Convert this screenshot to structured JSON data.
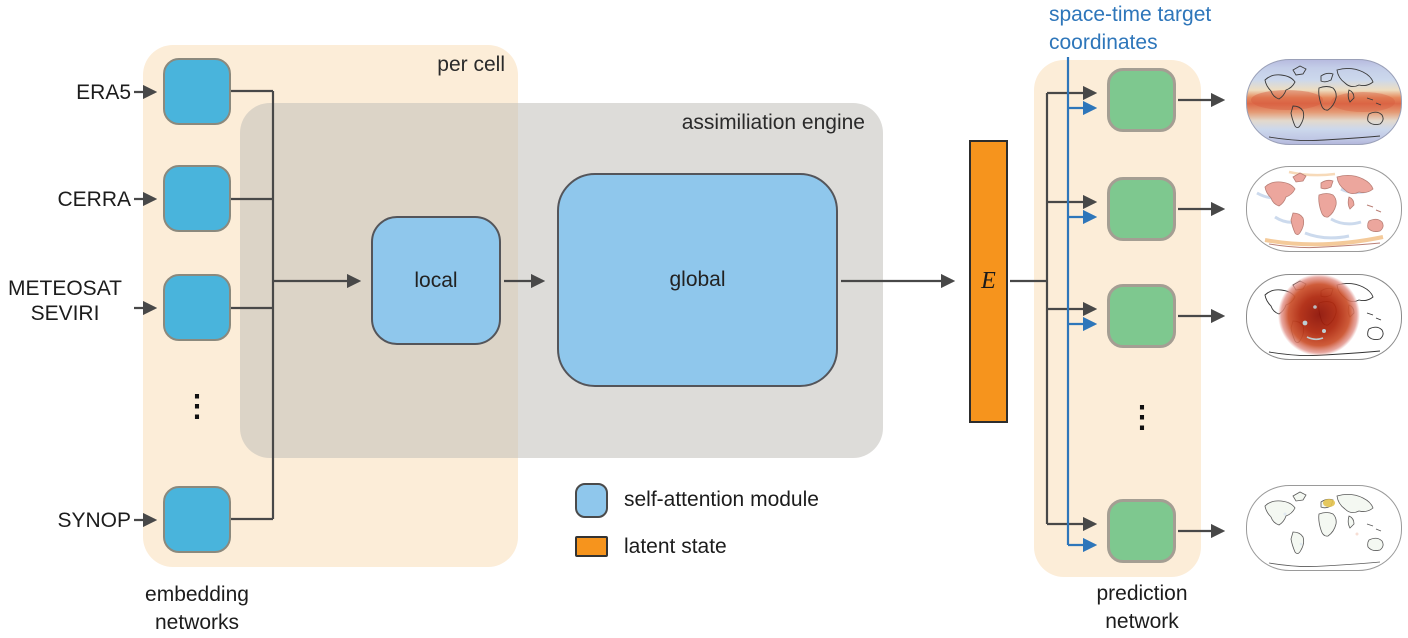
{
  "diagram": {
    "inputs": [
      {
        "lines": [
          "ERA5"
        ]
      },
      {
        "lines": [
          "CERRA"
        ]
      },
      {
        "lines": [
          "METEOSAT",
          "SEVIRI"
        ]
      },
      {
        "lines": [
          "SYNOP"
        ]
      }
    ],
    "regions": {
      "per_cell": "per cell",
      "assimilation_engine": "assimiliation engine"
    },
    "modules": {
      "local": "local",
      "global": "global",
      "latent_symbol": "E"
    },
    "coordinates_label": {
      "line1": "space-time target",
      "line2": "coordinates"
    },
    "captions": {
      "embedding": {
        "line1": "embedding",
        "line2": "networks"
      },
      "prediction": {
        "line1": "prediction",
        "line2": "network"
      }
    },
    "legend": {
      "self_attention": "self-attention module",
      "latent_state": "latent state"
    },
    "ellipsis": "⋮",
    "outputs": {
      "maps": [
        "globe-map-temperature-bands",
        "globe-map-pink-continents",
        "globe-map-red-blob",
        "globe-map-faint-outline"
      ]
    },
    "colors": {
      "embedding_blue": "#49b4dc",
      "attention_blue": "#8fc7ec",
      "prediction_green": "#7ec88f",
      "latent_orange": "#f6941d",
      "coordinate_blue": "#2e76ba",
      "region_peach": "#fcedd8",
      "region_gray": "#dcdcda",
      "arrow_gray": "#484848"
    }
  }
}
